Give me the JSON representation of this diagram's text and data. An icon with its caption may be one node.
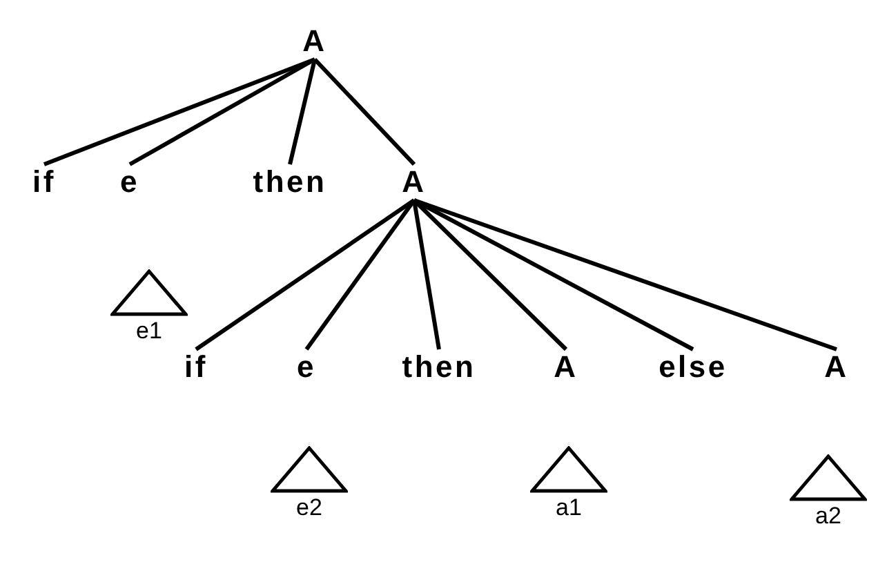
{
  "diagram": {
    "nodes": [
      {
        "text": [
          "A"
        ]
      },
      {
        "text": [
          "if"
        ]
      },
      {
        "text": [
          "e"
        ]
      },
      {
        "text": [
          "then"
        ]
      },
      {
        "text": [
          "A"
        ]
      },
      {
        "text": [],
        "shape": "triangle",
        "beside": [
          "e1"
        ]
      },
      {
        "text": [
          "if"
        ]
      },
      {
        "text": [
          "e"
        ]
      },
      {
        "text": [
          "then"
        ]
      },
      {
        "text": [
          "A"
        ]
      },
      {
        "text": [
          "else"
        ]
      },
      {
        "text": [
          "A"
        ]
      },
      {
        "text": [],
        "shape": "triangle",
        "beside": [
          "e2"
        ]
      },
      {
        "text": [],
        "shape": "triangle",
        "beside": [
          "a1"
        ]
      },
      {
        "text": [],
        "shape": "triangle",
        "beside": [
          "a2"
        ]
      }
    ],
    "edges": [
      {
        "from": 0,
        "to": 1,
        "arrow": "none"
      },
      {
        "from": 0,
        "to": 2,
        "arrow": "none"
      },
      {
        "from": 0,
        "to": 3,
        "arrow": "none"
      },
      {
        "from": 0,
        "to": 4,
        "arrow": "none"
      },
      {
        "from": 4,
        "to": 6,
        "arrow": "none"
      },
      {
        "from": 4,
        "to": 7,
        "arrow": "none"
      },
      {
        "from": 4,
        "to": 8,
        "arrow": "none"
      },
      {
        "from": 4,
        "to": 9,
        "arrow": "none"
      },
      {
        "from": 4,
        "to": 10,
        "arrow": "none"
      },
      {
        "from": 4,
        "to": 11,
        "arrow": "none"
      }
    ]
  }
}
